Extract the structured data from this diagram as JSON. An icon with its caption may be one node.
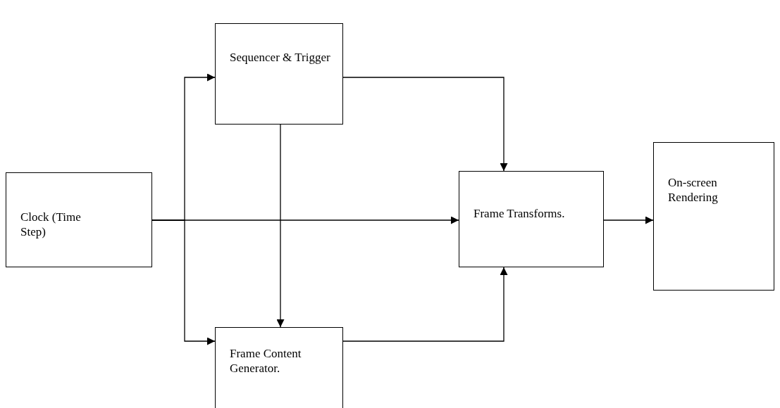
{
  "diagram": {
    "nodes": [
      {
        "text": [
          "Clock (Time Step)"
        ]
      },
      {
        "text": [
          "Sequencer & Trigger"
        ]
      },
      {
        "text": [
          "Frame Transforms."
        ]
      },
      {
        "text": [
          "On-screen Rendering"
        ]
      },
      {
        "text": [
          "Frame Content Generator."
        ]
      }
    ],
    "edges": [
      {
        "from": 0,
        "to": 2,
        "arrow": "to"
      },
      {
        "from": 0,
        "to": 1,
        "arrow": "to"
      },
      {
        "from": 0,
        "to": 4,
        "arrow": "to"
      },
      {
        "from": 1,
        "to": 4,
        "arrow": "to"
      },
      {
        "from": 1,
        "to": 2,
        "arrow": "to"
      },
      {
        "from": 4,
        "to": 2,
        "arrow": "to"
      },
      {
        "from": 2,
        "to": 3,
        "arrow": "to"
      }
    ]
  }
}
